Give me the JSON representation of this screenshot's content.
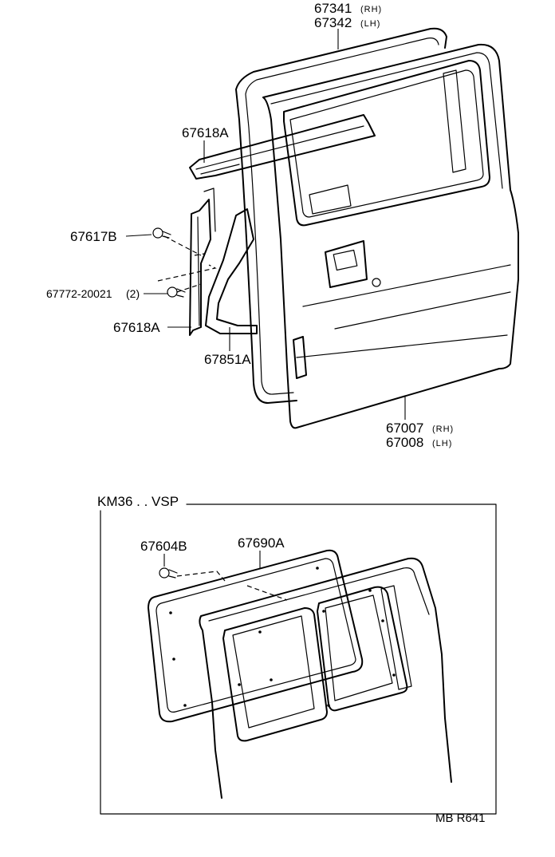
{
  "labels": {
    "weatherstrip_rh": "67341",
    "weatherstrip_rh_side": "(RH)",
    "weatherstrip_lh": "67342",
    "weatherstrip_lh_side": "(LH)",
    "part_67618a_top": "67618A",
    "part_67617b": "67617B",
    "part_67772": "67772-20021",
    "part_67772_qty": "(2)",
    "part_67618a_bottom": "67618A",
    "part_67851a": "67851A",
    "panel_rh": "67007",
    "panel_rh_side": "(RH)",
    "panel_lh": "67008",
    "panel_lh_side": "(LH)"
  },
  "inset": {
    "title": "KM36 . . VSP",
    "part_67604b": "67604B",
    "part_67690a": "67690A"
  },
  "footer": {
    "ref": "MB   R641"
  }
}
